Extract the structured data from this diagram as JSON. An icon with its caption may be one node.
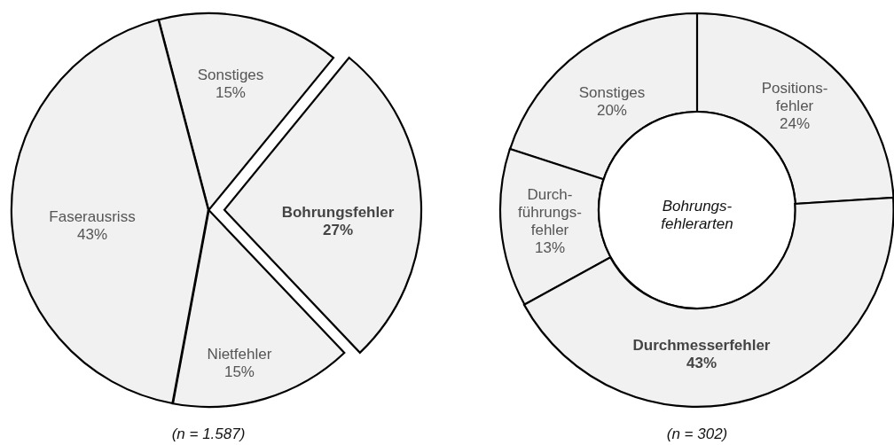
{
  "diagram": {
    "nodes": [
      {
        "text": [
          "Sonstiges",
          "15%"
        ]
      },
      {
        "text": [
          "Bohrungsfehler",
          "27%"
        ]
      },
      {
        "text": [
          "Nietfehler",
          "15%"
        ]
      },
      {
        "text": [
          "Faserausriss",
          "43%"
        ]
      },
      {
        "text": [
          "Sonstiges",
          "20%"
        ]
      },
      {
        "text": [
          "Positions-fehler",
          "24%"
        ]
      },
      {
        "text": [
          "Durch-führungs-fehler",
          "13%"
        ]
      },
      {
        "text": [
          "Bohrungs-fehlerarten"
        ]
      },
      {
        "text": [
          "Durchmesserfehler",
          "43%"
        ]
      }
    ],
    "labels": [
      "(n = 1.587)",
      "(n = 302)"
    ]
  }
}
